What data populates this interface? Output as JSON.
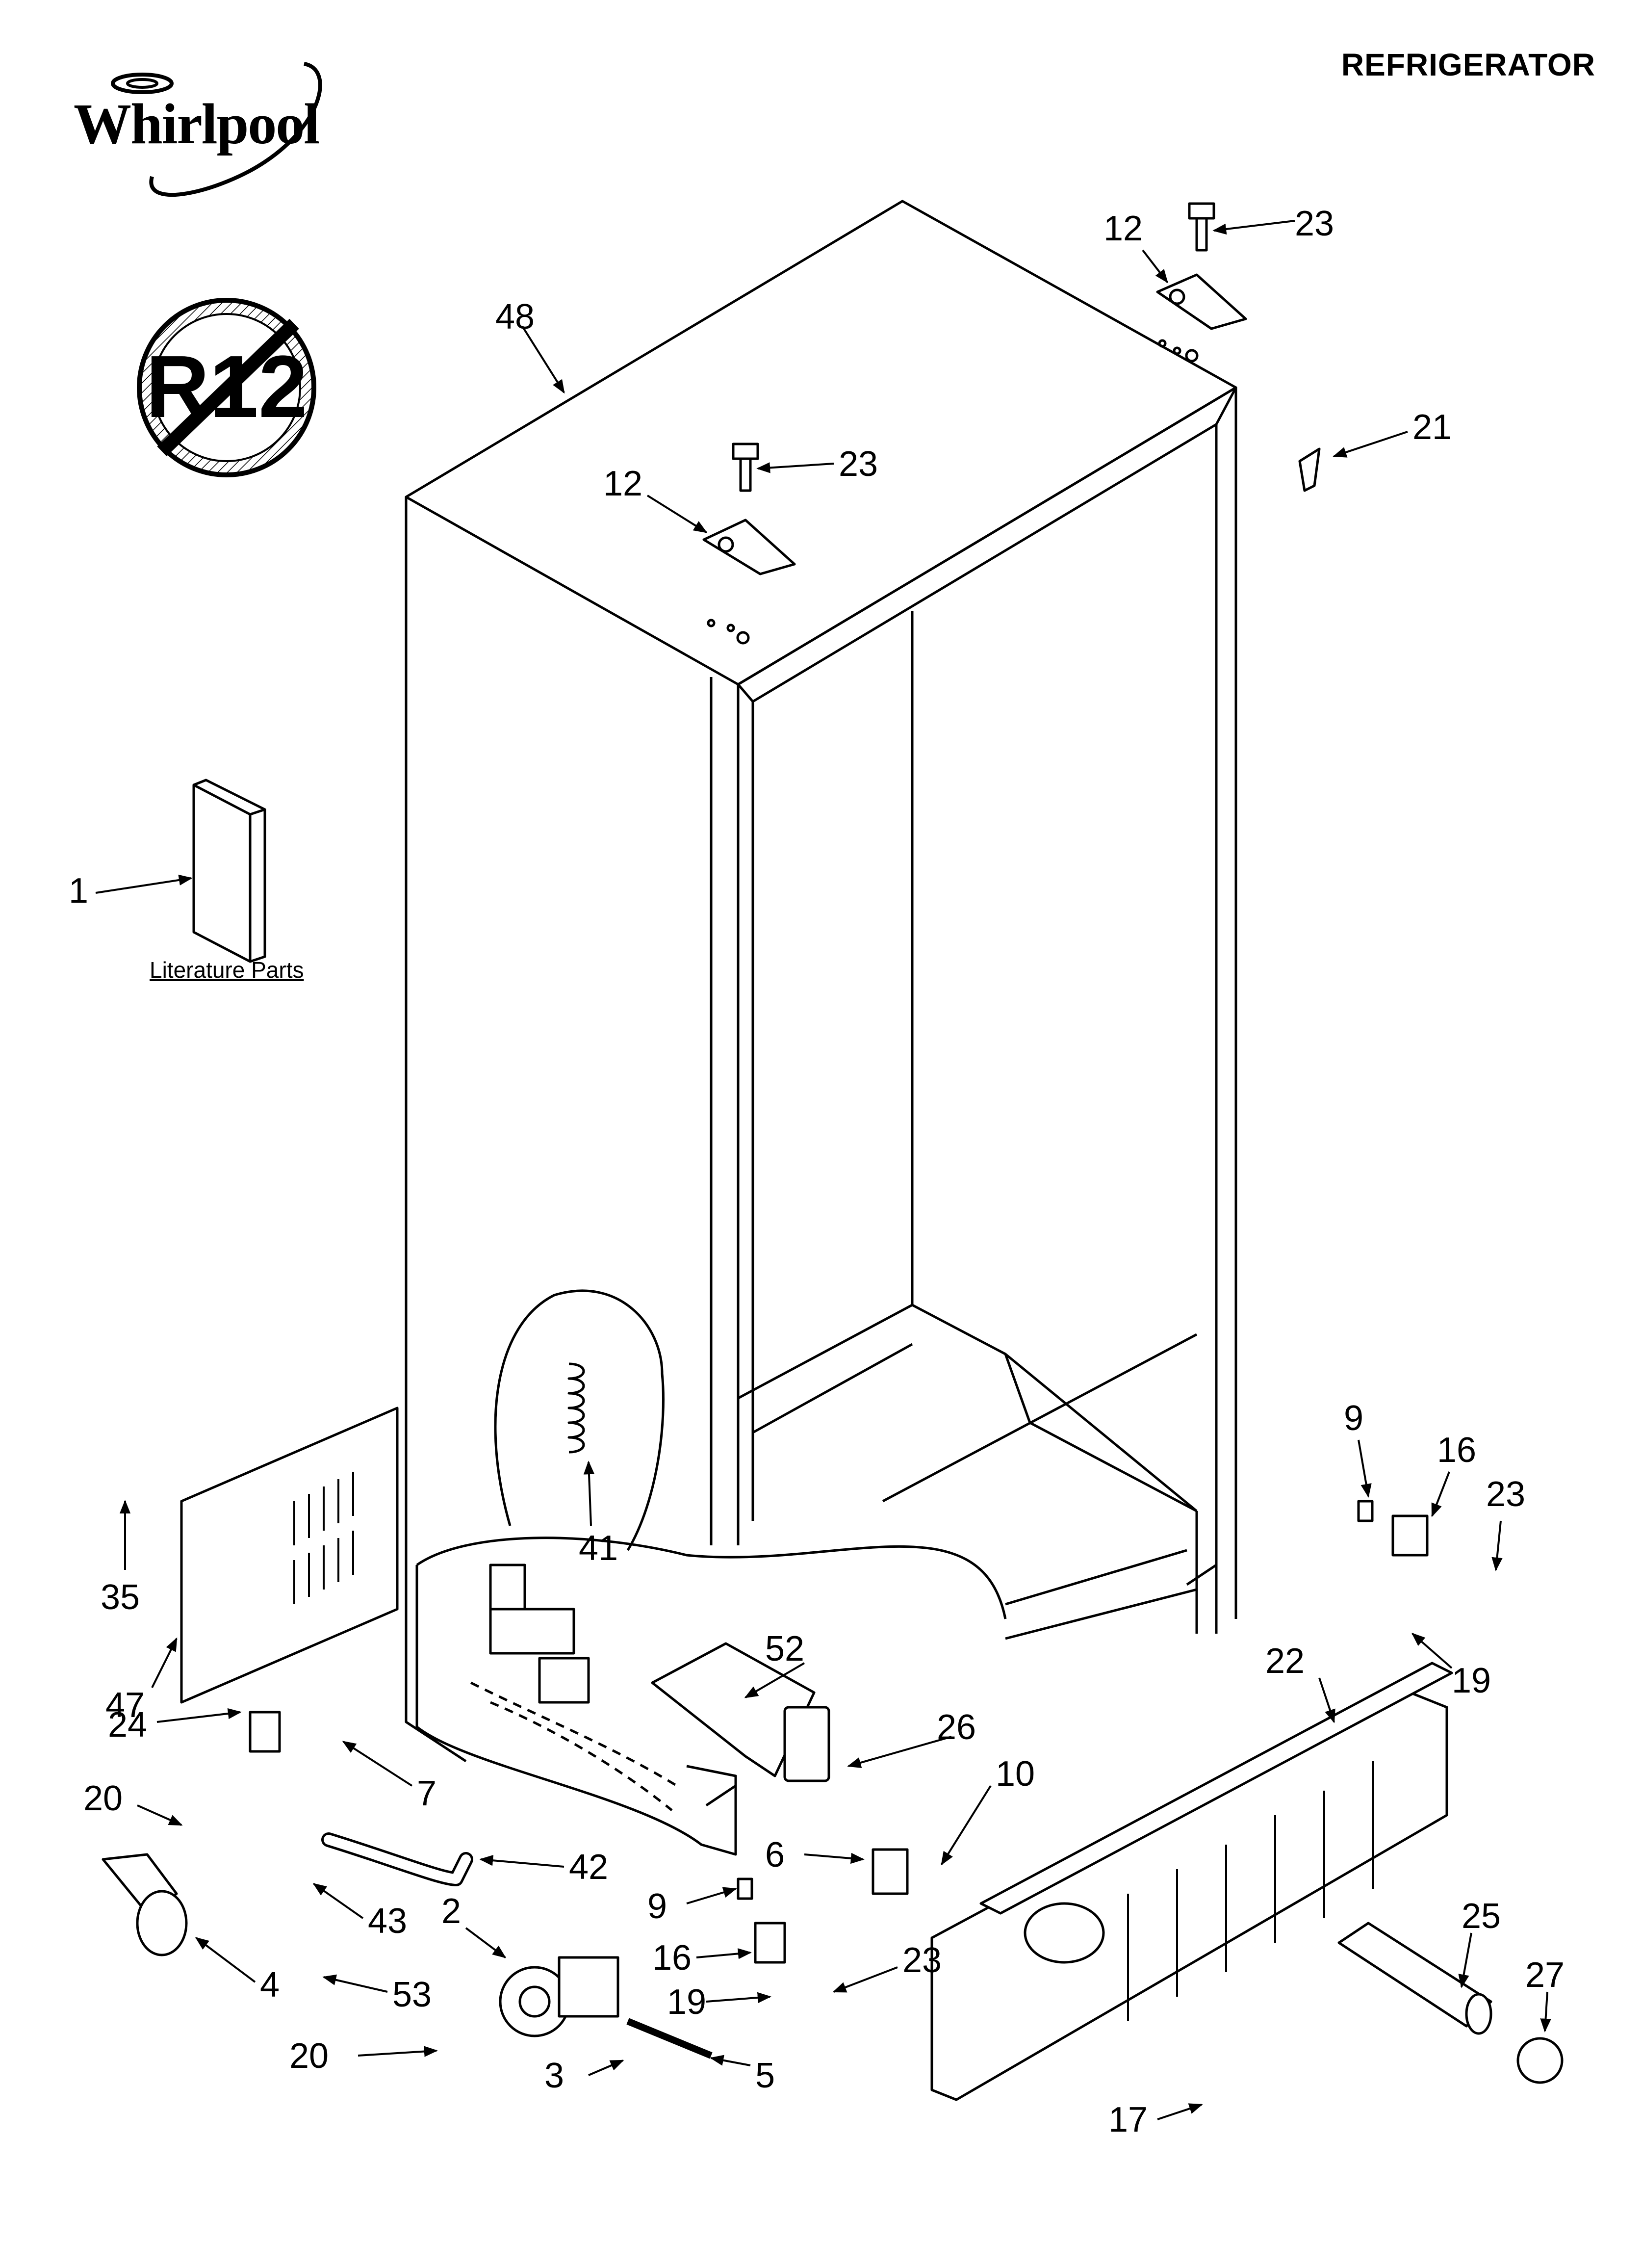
{
  "header": {
    "title": "REFRIGERATOR"
  },
  "logo": {
    "text": "Whirlpool"
  },
  "no_r12_badge": {
    "text": "R12"
  },
  "literature_caption": "Literature Parts",
  "callouts": [
    {
      "label": "48"
    },
    {
      "label": "12"
    },
    {
      "label": "23"
    },
    {
      "label": "12"
    },
    {
      "label": "23"
    },
    {
      "label": "21"
    },
    {
      "label": "1"
    },
    {
      "label": "9"
    },
    {
      "label": "16"
    },
    {
      "label": "23"
    },
    {
      "label": "19"
    },
    {
      "label": "41"
    },
    {
      "label": "35"
    },
    {
      "label": "47"
    },
    {
      "label": "24"
    },
    {
      "label": "22"
    },
    {
      "label": "52"
    },
    {
      "label": "7"
    },
    {
      "label": "26"
    },
    {
      "label": "10"
    },
    {
      "label": "20"
    },
    {
      "label": "6"
    },
    {
      "label": "42"
    },
    {
      "label": "43"
    },
    {
      "label": "9"
    },
    {
      "label": "2"
    },
    {
      "label": "25"
    },
    {
      "label": "27"
    },
    {
      "label": "16"
    },
    {
      "label": "23"
    },
    {
      "label": "4"
    },
    {
      "label": "53"
    },
    {
      "label": "19"
    },
    {
      "label": "20"
    },
    {
      "label": "3"
    },
    {
      "label": "5"
    },
    {
      "label": "17"
    }
  ]
}
